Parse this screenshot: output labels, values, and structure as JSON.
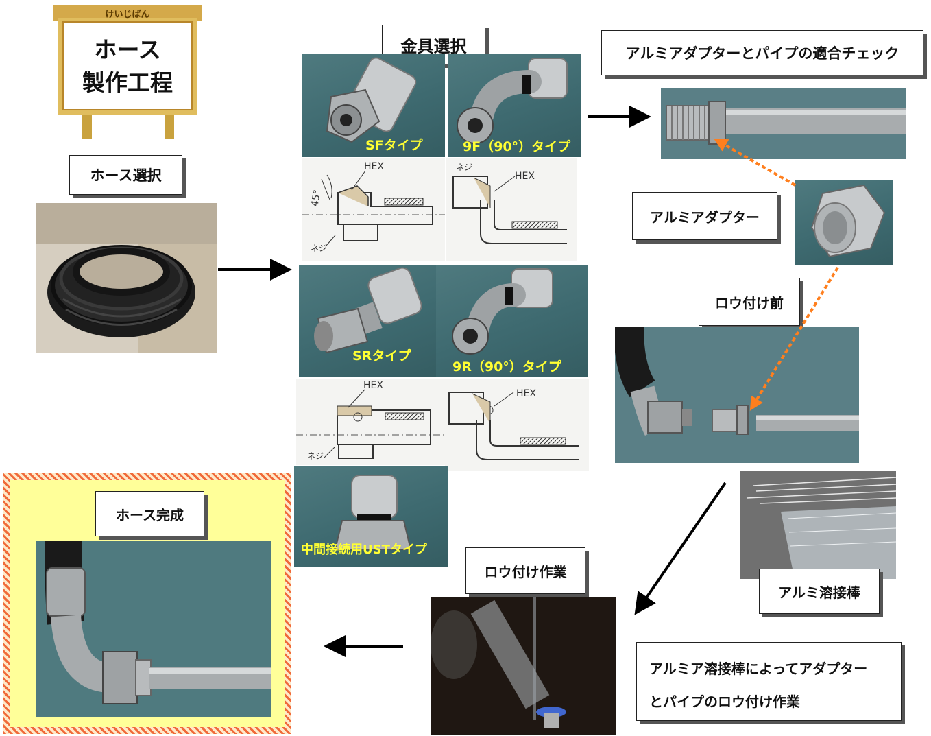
{
  "sign": {
    "top_text": "けいじばん",
    "title_line1": "ホース",
    "title_line2": "製作工程"
  },
  "labels": {
    "hose_select": "ホース選択",
    "fitting_select": "金具選択",
    "adapter_check": "アルミアダプターとパイプの適合チェック",
    "aluminum_adapter": "アルミアダプター",
    "before_brazing": "ロウ付け前",
    "welding_rod": "アルミ溶接棒",
    "brazing_work": "ロウ付け作業",
    "brazing_desc_line1": "アルミア溶接棒によってアダプター",
    "brazing_desc_line2": "とパイプのロウ付け作業",
    "hose_complete": "ホース完成"
  },
  "fittings": {
    "sf": "SFタイプ",
    "f90": "9F（90°）タイプ",
    "sr": "SRタイプ",
    "r90": "9R（90°）タイプ",
    "ust": "中間接続用USTタイプ"
  },
  "drawing_labels": {
    "hex": "HEX",
    "angle": "45°",
    "thread": "ネジ"
  },
  "colors": {
    "arrow_black": "#000000",
    "arrow_orange": "#ff7f1e",
    "frame_yellow": "#ffff99",
    "caption_yellow": "#ffff33"
  }
}
